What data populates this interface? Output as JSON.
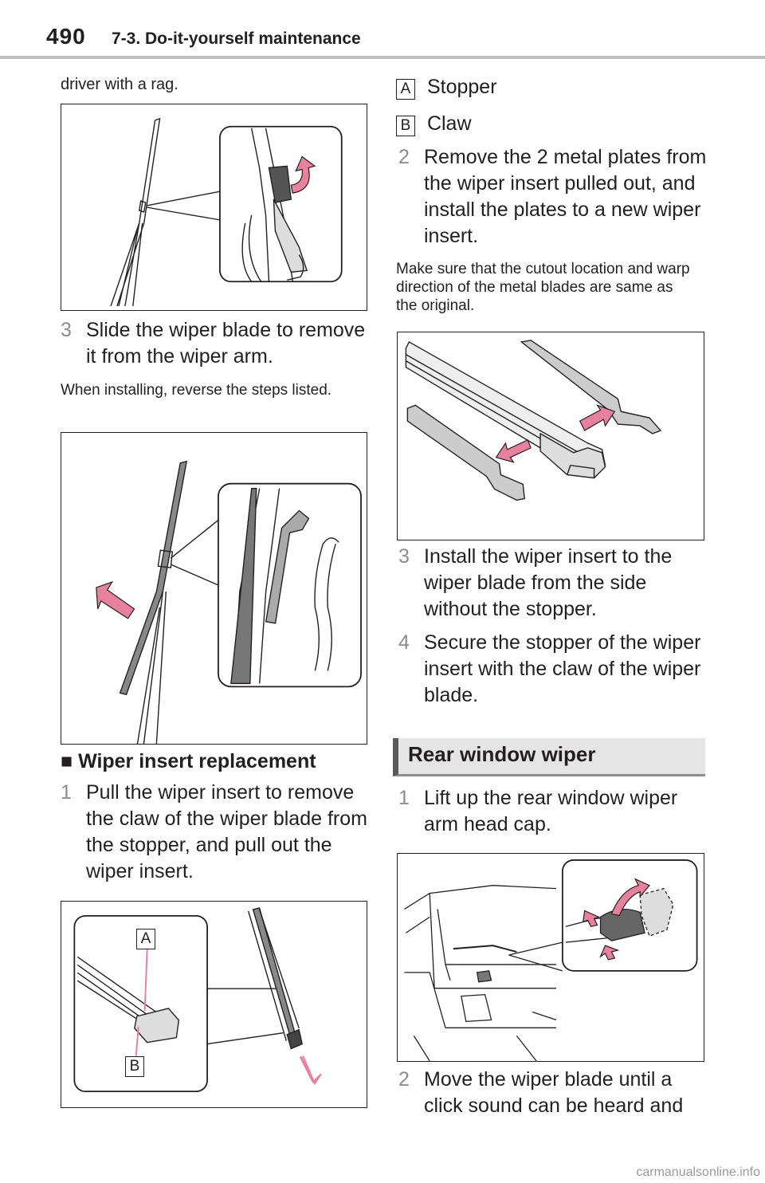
{
  "header": {
    "page_number": "490",
    "section": "7-3. Do-it-yourself maintenance"
  },
  "left": {
    "intro": "driver with a rag.",
    "step3": {
      "num": "3",
      "text": "Slide the wiper blade to remove it from the wiper arm."
    },
    "note": "When installing, reverse the steps listed.",
    "subheading": "Wiper insert replacement",
    "step1": {
      "num": "1",
      "text": "Pull the wiper insert to remove the claw of the wiper blade from the stopper, and pull out the wiper insert."
    },
    "fig_labels": {
      "a": "A",
      "b": "B"
    }
  },
  "right": {
    "legend": [
      {
        "key": "A",
        "text": "Stopper"
      },
      {
        "key": "B",
        "text": "Claw"
      }
    ],
    "step2": {
      "num": "2",
      "text": "Remove the 2 metal plates from the wiper insert pulled out, and install the plates to a new wiper insert."
    },
    "note": "Make sure that the cutout location and warp direction of the metal blades are same as the original.",
    "step3": {
      "num": "3",
      "text": "Install the wiper insert to the wiper blade from the side without the stopper."
    },
    "step4": {
      "num": "4",
      "text": "Secure the stopper of the wiper insert with the claw of the wiper blade."
    },
    "banner": "Rear window wiper",
    "rear_step1": {
      "num": "1",
      "text": "Lift up the rear window wiper arm head cap."
    },
    "rear_step2": {
      "num": "2",
      "text": "Move the wiper blade until a click sound can be heard and"
    }
  },
  "footer": {
    "watermark": "carmanualsonline.info"
  },
  "colors": {
    "pink": "#e8819e",
    "text": "#231f20",
    "step_gray": "#8c8c8c"
  }
}
